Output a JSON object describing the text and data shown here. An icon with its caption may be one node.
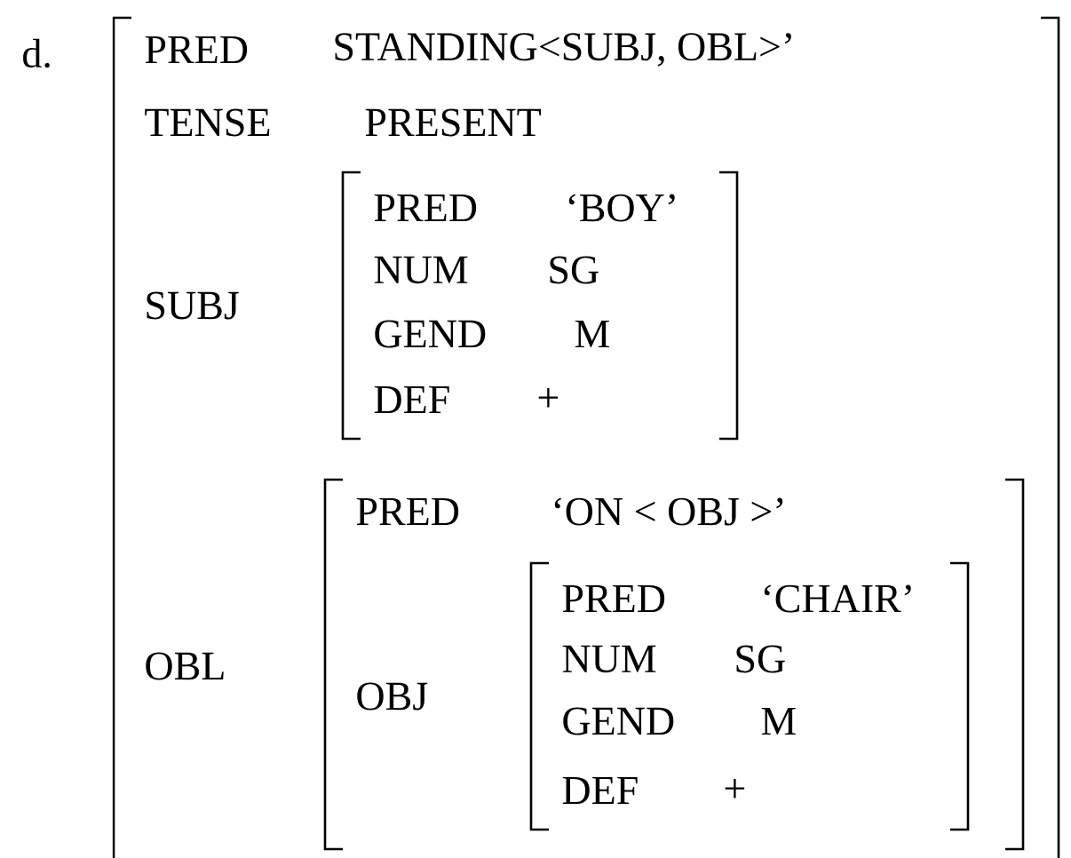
{
  "diagram": {
    "nodes": [
      {
        "text": [
          "PRED",
          "STANDING<SUBJ, OBL>’",
          "TENSE",
          "PRESENT",
          "SUBJ",
          "OBL"
        ]
      },
      {
        "text": [
          "PRED",
          "‘BOY’",
          "NUM",
          "SG",
          "GEND",
          "M",
          "DEF",
          "+"
        ],
        "in": 0
      },
      {
        "text": [
          "PRED",
          "‘ON < OBJ >’",
          "OBJ"
        ],
        "in": 0
      },
      {
        "text": [
          "PRED",
          "‘CHAIR’",
          "NUM",
          "SG",
          "GEND",
          "M",
          "DEF",
          "+"
        ],
        "in": 2
      }
    ],
    "labels": [
      "d."
    ]
  }
}
